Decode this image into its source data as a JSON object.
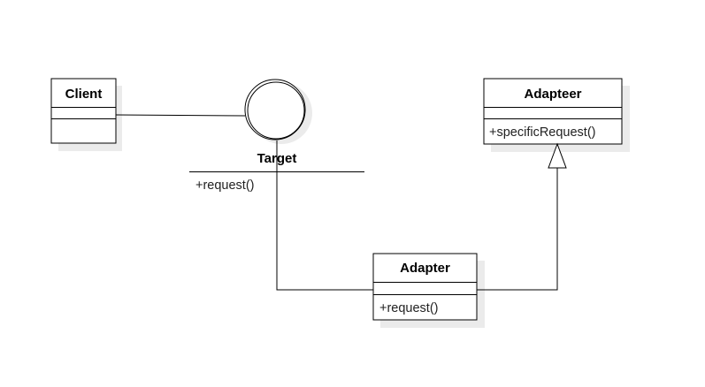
{
  "diagram": {
    "classes": {
      "client": {
        "name": "Client",
        "members": []
      },
      "adapteer": {
        "name": "Adapteer",
        "members": [
          "+specificRequest()"
        ]
      },
      "adapter": {
        "name": "Adapter",
        "members": [
          "+request()"
        ]
      }
    },
    "interface": {
      "name": "Target",
      "members": [
        "+request()"
      ]
    },
    "colors": {
      "line": "#000000",
      "box_fill": "#ffffff",
      "shadow": "#ebebeb"
    }
  }
}
